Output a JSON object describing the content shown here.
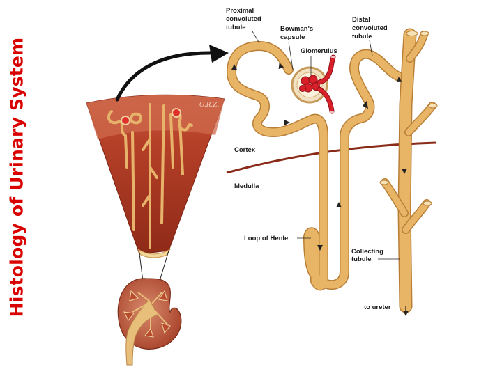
{
  "slide": {
    "title": "Histology of Urinary System"
  },
  "diagram": {
    "labels": {
      "proximal": [
        "Proximal",
        "convoluted",
        "tubule"
      ],
      "bowman": [
        "Bowman's",
        "capsule"
      ],
      "glomerulus": "Glomerulus",
      "distal": [
        "Distal",
        "convoluted",
        "tubule"
      ],
      "cortex": "Cortex",
      "medulla": "Medulla",
      "loop": "Loop of Henle",
      "collecting": [
        "Collecting",
        "tubule"
      ],
      "ureter": "to ureter",
      "signature": "O.R.Z."
    },
    "colors": {
      "tubule": "#e8b567",
      "tubule_outline": "#b97e36",
      "medulla_tissue": "#a8341f",
      "cortex_tissue": "#c9563b",
      "blood": "#d8202a",
      "boundary": "#8a2b1a",
      "title": "#d90000"
    }
  }
}
